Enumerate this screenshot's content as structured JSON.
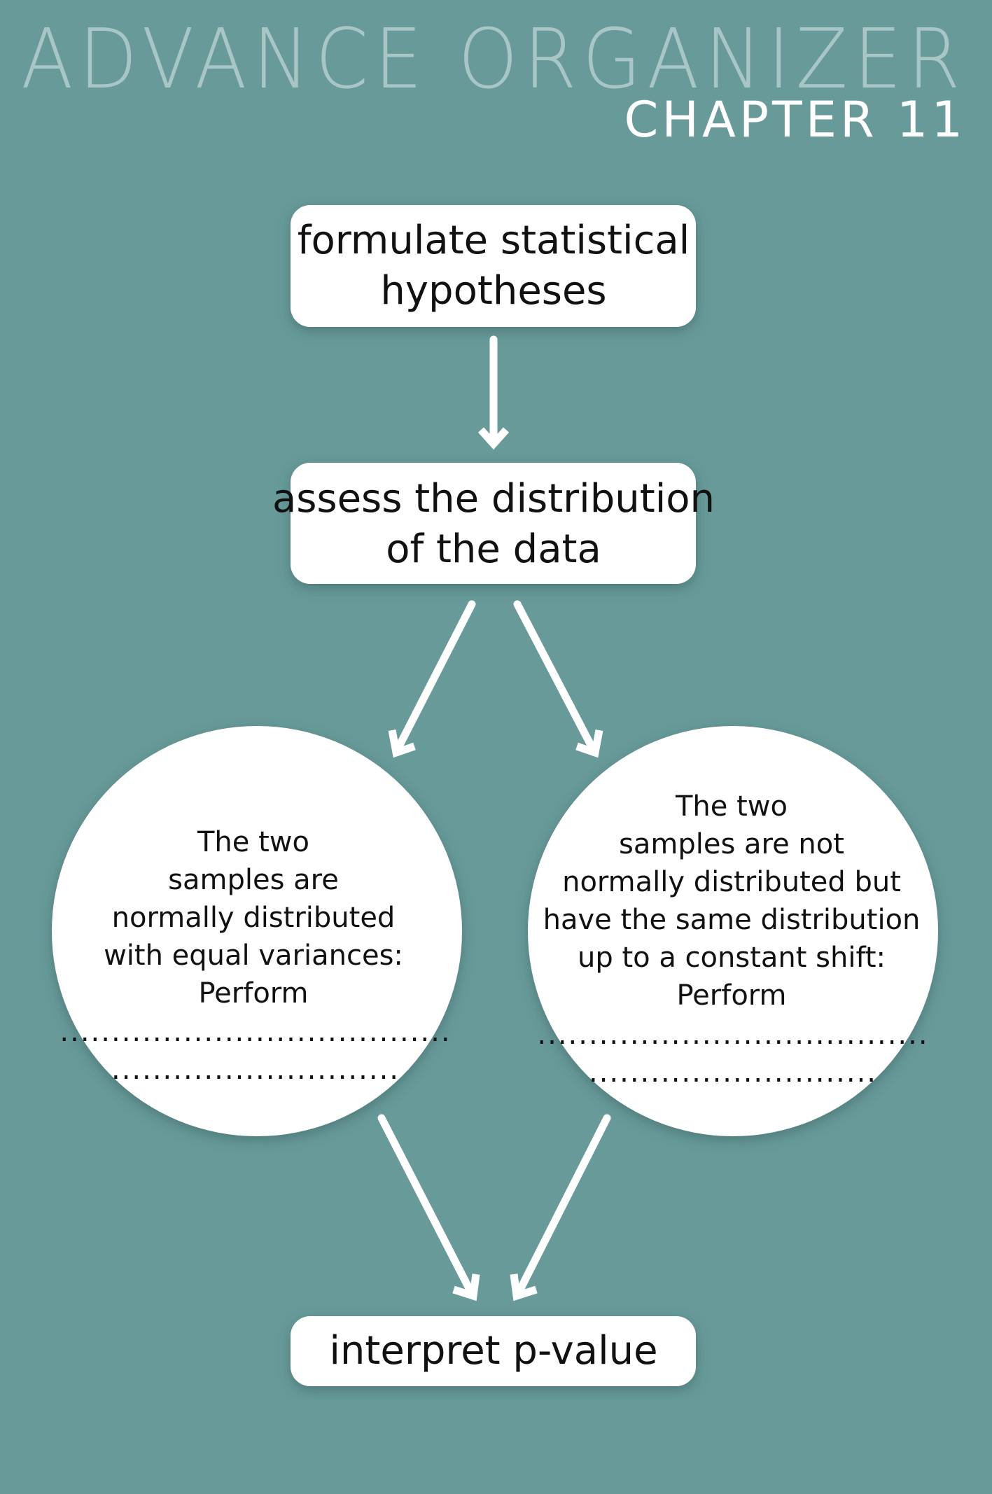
{
  "header": {
    "title": "ADVANCE ORGANIZER",
    "subtitle": "CHAPTER 11"
  },
  "colors": {
    "background": "#689a99",
    "title": "#a9c6c6",
    "box": "#ffffff",
    "text": "#111111"
  },
  "steps": {
    "step1": {
      "lines": [
        "formulate statistical",
        "hypotheses"
      ]
    },
    "step2": {
      "lines": [
        "assess the distribution",
        "of the data"
      ]
    },
    "left_branch": {
      "lines": [
        "The two",
        "samples are",
        "normally distributed",
        "with equal variances:",
        "Perform"
      ],
      "blanks": [
        "......................................",
        "............................"
      ]
    },
    "right_branch": {
      "lines": [
        "The two",
        "samples are not",
        "normally distributed but",
        "have the same distribution",
        "up to a constant shift:",
        "Perform"
      ],
      "blanks": [
        "......................................",
        "............................"
      ]
    },
    "step3": {
      "lines": [
        "interpret p-value"
      ]
    }
  }
}
